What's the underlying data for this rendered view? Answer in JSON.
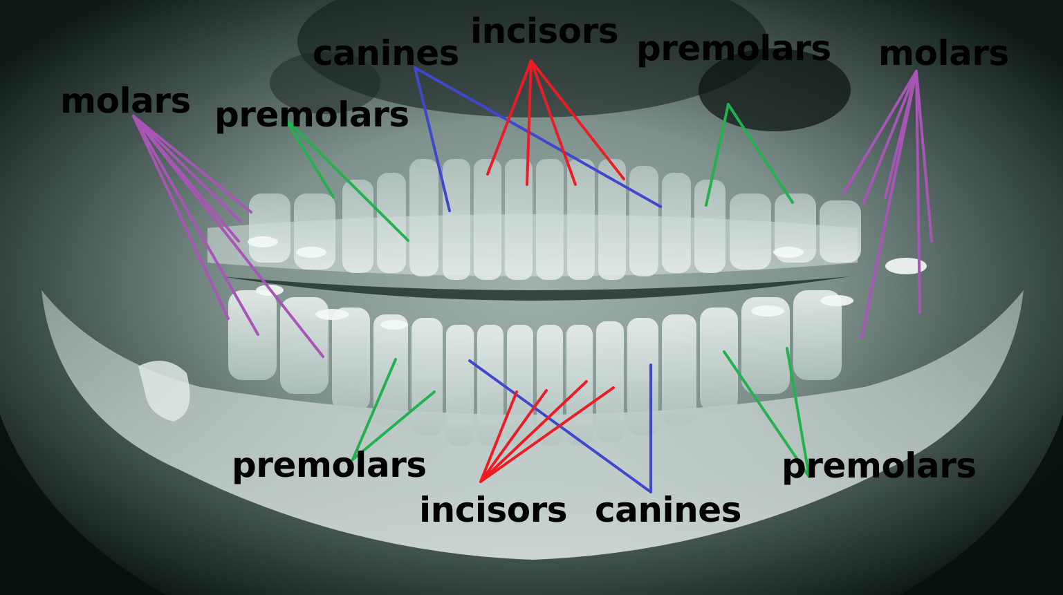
{
  "labels": {
    "incisors_top": "incisors",
    "canines_top": "canines",
    "premolars_top_right": "premolars",
    "molars_top_right": "molars",
    "molars_top_left": "molars",
    "premolars_top_left": "premolars",
    "premolars_bottom_left": "premolars",
    "premolars_bottom_right": "premolars",
    "incisors_bottom": "incisors",
    "canines_bottom": "canines"
  },
  "colors": {
    "molars": "#a855b5",
    "premolars": "#22b14c",
    "canines": "#3f48cc",
    "incisors": "#ed1c24",
    "label_text": "#000000"
  }
}
